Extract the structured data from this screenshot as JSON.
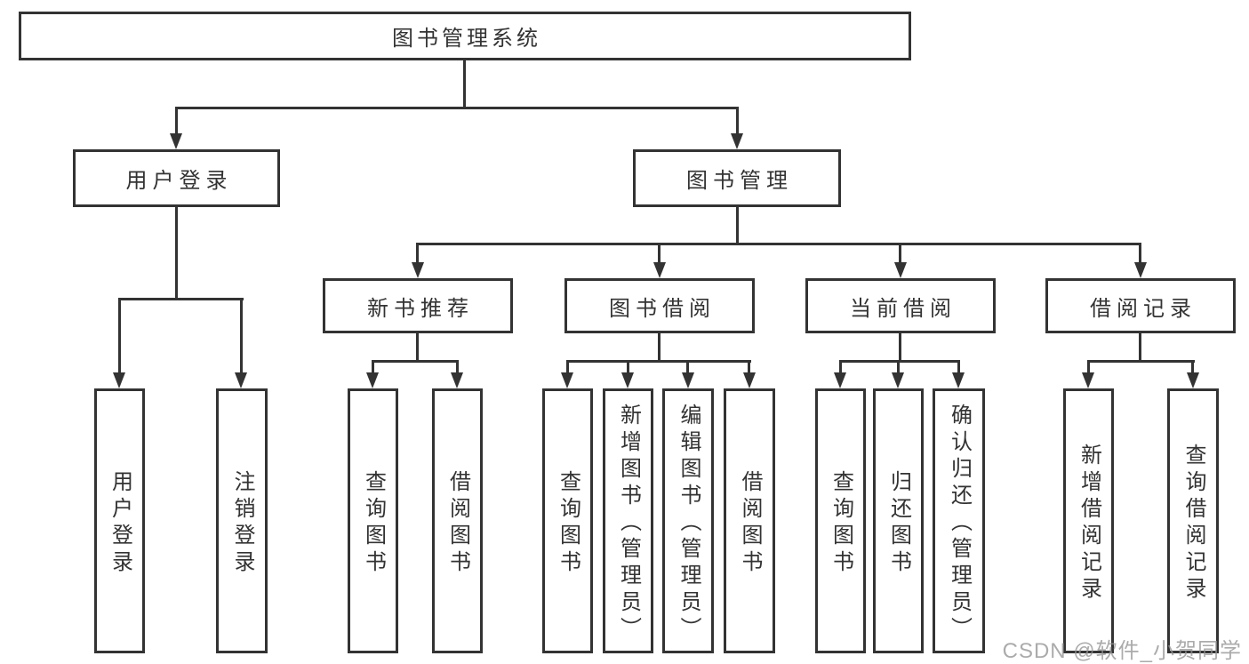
{
  "diagram": {
    "root": {
      "label": "图书管理系统"
    },
    "level2": {
      "user_login": {
        "label": "用户登录",
        "leaves": {
          "login": {
            "label": "用户登录"
          },
          "logout": {
            "label": "注销登录"
          }
        }
      },
      "book_mgmt": {
        "label": "图书管理",
        "level3": {
          "new_book_rec": {
            "label": "新书推荐",
            "leaves": {
              "query_books": {
                "label": "查询图书"
              },
              "borrow_books": {
                "label": "借阅图书"
              }
            }
          },
          "book_borrow": {
            "label": "图书借阅",
            "leaves": {
              "query_books": {
                "label": "查询图书"
              },
              "add_books": {
                "label": "新增图书（管理员）"
              },
              "edit_books": {
                "label": "编辑图书（管理员）"
              },
              "borrow_books": {
                "label": "借阅图书"
              }
            }
          },
          "current_borrow": {
            "label": "当前借阅",
            "leaves": {
              "query_books": {
                "label": "查询图书"
              },
              "return_books": {
                "label": "归还图书"
              },
              "confirm_return": {
                "label": "确认归还（管理员）"
              }
            }
          },
          "borrow_records": {
            "label": "借阅记录",
            "leaves": {
              "add_record": {
                "label": "新增借阅记录"
              },
              "query_record": {
                "label": "查询借阅记录"
              }
            }
          }
        }
      }
    }
  },
  "watermark": {
    "text": "CSDN @软件_小贺同学"
  },
  "colors": {
    "line": "#333333",
    "box_border": "#333333",
    "text": "#333333",
    "background": "#ffffff",
    "watermark": "#949494"
  }
}
